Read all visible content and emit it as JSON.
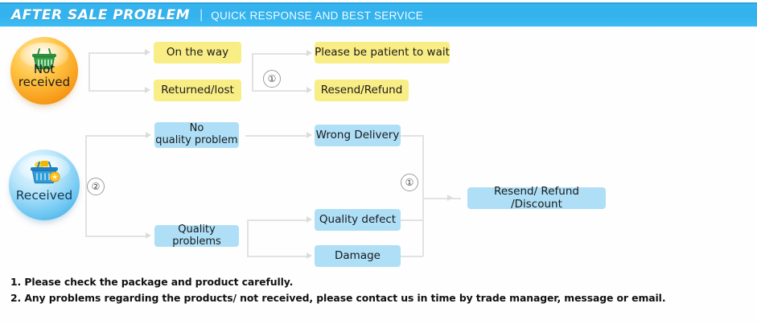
{
  "header": {
    "title": "AFTER SALE PROBLEM",
    "divider": "|",
    "subtitle": "QUICK RESPONSE AND BEST SERVICE",
    "bar_color": "#33b2ed"
  },
  "colors": {
    "yellow_node": "#F9ED85",
    "blue_node": "#AEDFF7",
    "connector": "#E2E2E2",
    "orange_sphere": "#F79A18",
    "blue_sphere": "#6CC6F2"
  },
  "flow": {
    "branches": [
      {
        "id": "not-received",
        "sphere_label_line1": "Not",
        "sphere_label_line2": "received",
        "icon": "shopping-basket-icon",
        "stage1": [
          {
            "label": "On the way"
          },
          {
            "label": "Returned/lost"
          }
        ],
        "marker": "①",
        "stage2": [
          {
            "label": "Please be patient to wait"
          },
          {
            "label": "Resend/Refund"
          }
        ]
      },
      {
        "id": "received",
        "sphere_label_line1": "Received",
        "sphere_label_line2": "",
        "icon": "filled-basket-icon",
        "branch_marker": "②",
        "stage1": [
          {
            "label_line1": "No",
            "label_line2": "quality problem"
          },
          {
            "label_line1": "Quality problems",
            "label_line2": ""
          }
        ],
        "stage2": [
          {
            "label": "Wrong Delivery"
          },
          {
            "label": "Quality defect"
          },
          {
            "label": "Damage"
          }
        ],
        "merge_marker": "①",
        "stage3": {
          "label": "Resend/ Refund /Discount"
        }
      }
    ]
  },
  "footer": {
    "lines": [
      "1. Please check the package and product carefully.",
      "2. Any problems regarding the products/ not received, please contact us in time by trade manager, message or email."
    ]
  }
}
